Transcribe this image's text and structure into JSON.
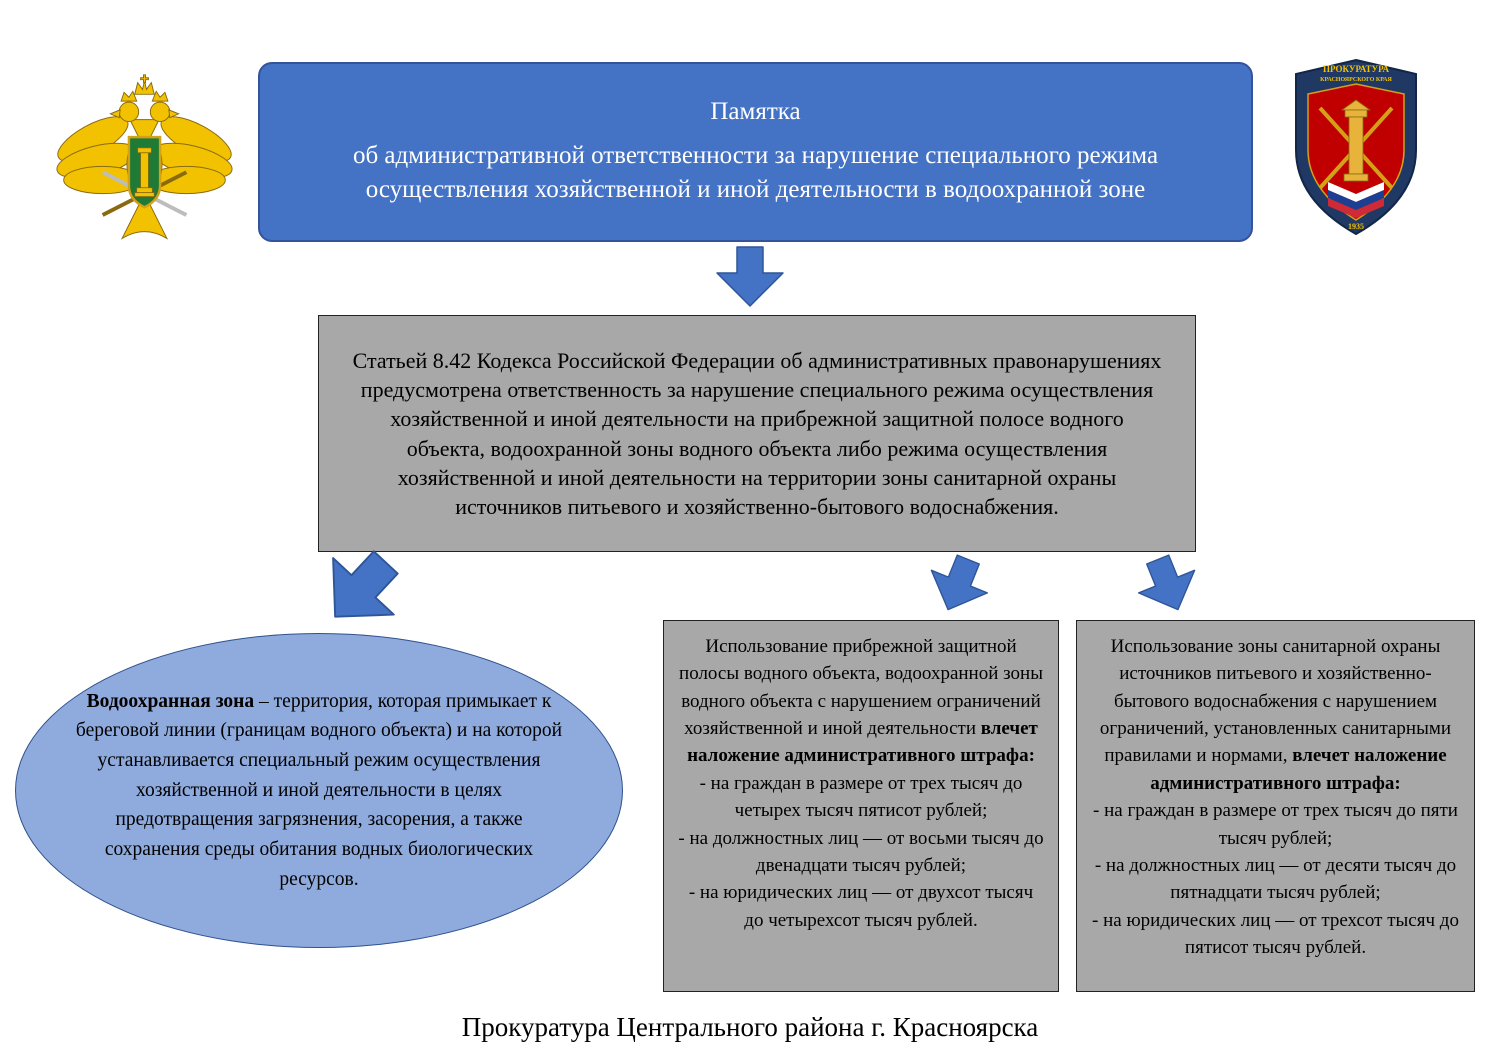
{
  "colors": {
    "header_blue": "#4472C4",
    "gray_box": "#A8A8A8",
    "ellipse_blue": "#8FAADC"
  },
  "header": {
    "title": "Памятка",
    "subtitle": "об административной ответственности за нарушение специального режима осуществления хозяйственной и иной деятельности в водоохранной зоне"
  },
  "emblem_right": {
    "line1": "ПРОКУРАТУРА",
    "line2": "КРАСНОЯРСКОГО КРАЯ",
    "year": "1935"
  },
  "law_box": {
    "text": "Статьей 8.42 Кодекса Российской Федерации об административных правонарушениях предусмотрена ответственность за нарушение специального режима осуществления хозяйственной и иной деятельности на прибрежной защитной полосе водного объекта, водоохранной зоны водного объекта либо режима осуществления хозяйственной и иной деятельности на территории зоны санитарной охраны источников питьевого и хозяйственно-бытового водоснабжения."
  },
  "definition_ellipse": {
    "term": "Водоохранная зона",
    "rest": " – территория, которая примыкает к береговой линии (границам водного объекта) и на которой устанавливается специальный режим осуществления хозяйственной и иной деятельности в целях предотвращения загрязнения, засорения, а также сохранения среды обитания водных биологических ресурсов."
  },
  "penalty_coastal": {
    "intro": "Использование прибрежной защитной полосы водного объекта, водоохранной зоны водного объекта с нарушением ограничений хозяйственной и иной деятельности ",
    "intro_bold": "влечет наложение административного штрафа:",
    "items": [
      "- на граждан в размере от трех тысяч до четырех тысяч пятисот рублей;",
      "- на должностных лиц — от восьми тысяч до двенадцати тысяч рублей;",
      "- на юридических лиц — от двухсот тысяч до четырехсот тысяч рублей."
    ]
  },
  "penalty_sanitary": {
    "intro": "Использование зоны санитарной охраны источников питьевого и хозяйственно-бытового водоснабжения с нарушением ограничений, установленных санитарными правилами и нормами, ",
    "intro_bold": "влечет наложение административного штрафа:",
    "items": [
      "- на граждан в размере от трех тысяч до пяти тысяч рублей;",
      "- на должностных лиц — от десяти тысяч до пятнадцати тысяч рублей;",
      "- на юридических лиц — от трехсот тысяч до пятисот тысяч рублей."
    ]
  },
  "footer": {
    "text": "Прокуратура Центрального района г. Красноярска"
  }
}
